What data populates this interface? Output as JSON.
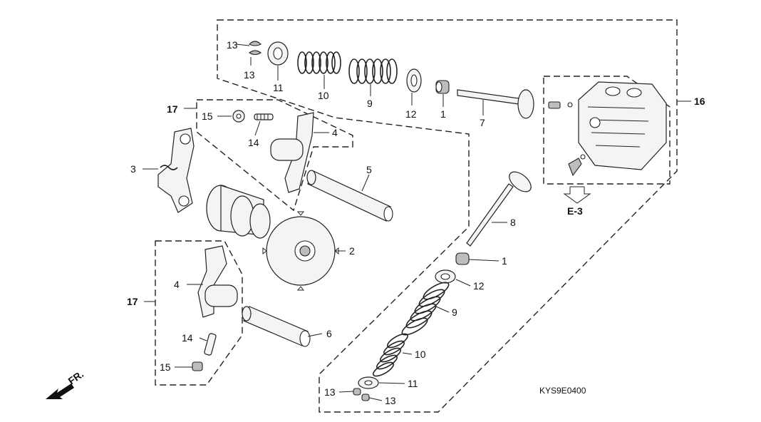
{
  "diagram": {
    "code": "KYS9E0400",
    "ref": "E-3",
    "fr": "FR.",
    "labels": {
      "p13a": "13",
      "p13b": "13",
      "p11a": "11",
      "p10a": "10",
      "p9a": "9",
      "p12a": "12",
      "p1a": "1",
      "p7": "7",
      "p16": "16",
      "p17a": "17",
      "p15a": "15",
      "p14a": "14",
      "p4a": "4",
      "p3": "3",
      "p5": "5",
      "p2": "2",
      "p8": "8",
      "p1b": "1",
      "p12b": "12",
      "p9b": "9",
      "p10b": "10",
      "p11b": "11",
      "p13c": "13",
      "p13d": "13",
      "p17b": "17",
      "p4b": "4",
      "p14b": "14",
      "p15b": "15",
      "p6": "6"
    }
  }
}
